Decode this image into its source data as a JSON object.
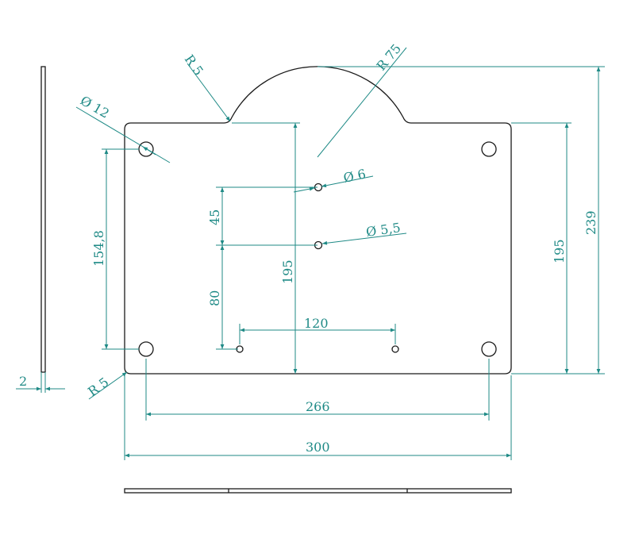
{
  "labels": {
    "r5_top": "R 5",
    "r75": "R 75",
    "dia12": "Ø 12",
    "dia6": "Ø 6",
    "dia5_5": "Ø 5,5",
    "d45": "45",
    "d80": "80",
    "d154_8": "154,8",
    "d195_center": "195",
    "d195_right": "195",
    "d239": "239",
    "d120": "120",
    "d266": "266",
    "d300": "300",
    "d2": "2",
    "r5_bottom": "R 5"
  },
  "colors": {
    "outline": "#1a1a1a",
    "dimension": "#1f8a86"
  }
}
